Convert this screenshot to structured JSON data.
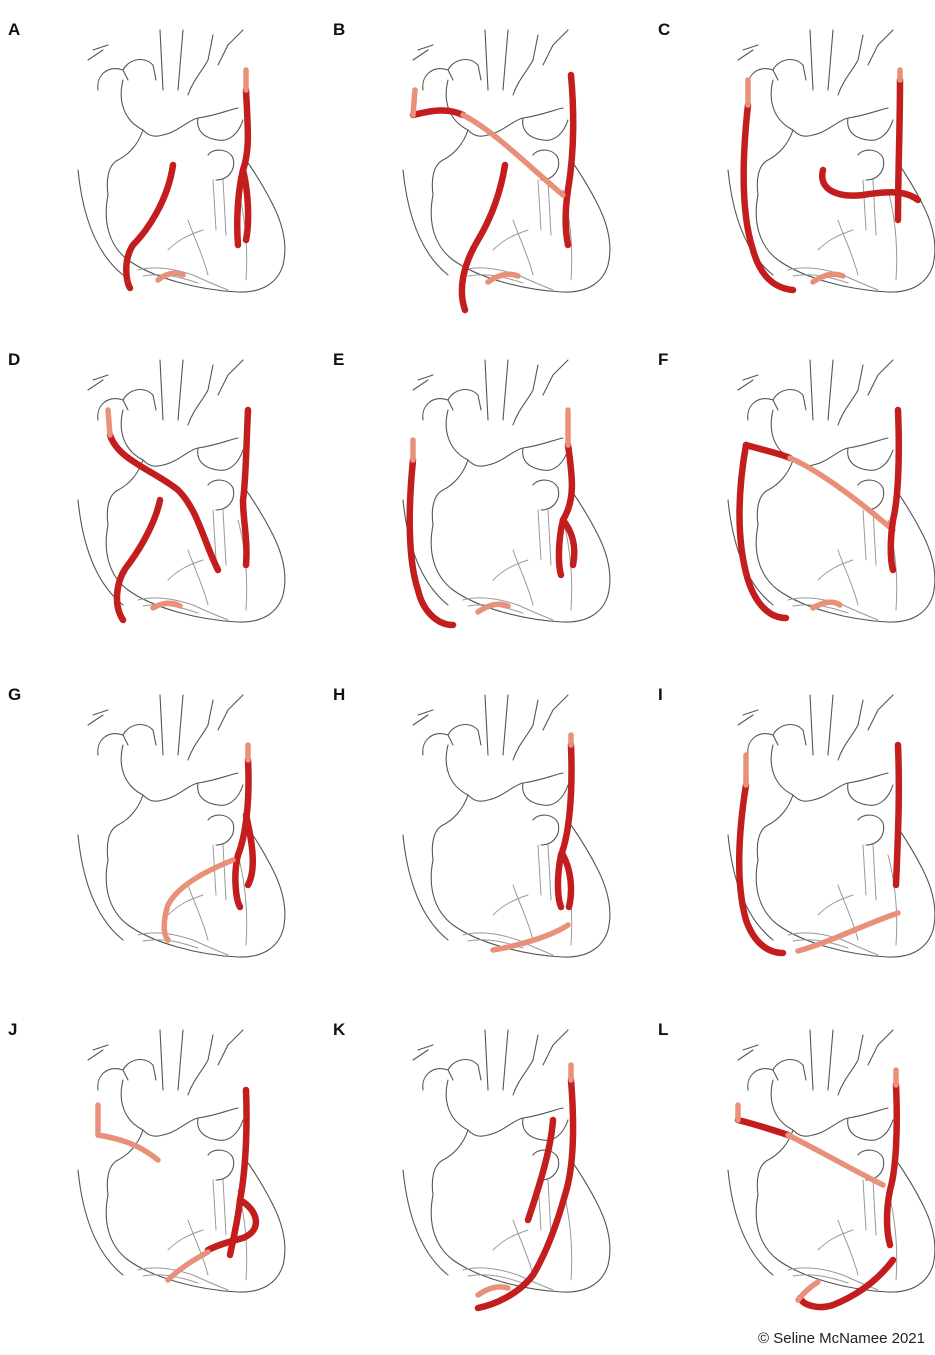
{
  "panels": [
    {
      "id": "A",
      "label": "A"
    },
    {
      "id": "B",
      "label": "B"
    },
    {
      "id": "C",
      "label": "C"
    },
    {
      "id": "D",
      "label": "D"
    },
    {
      "id": "E",
      "label": "E"
    },
    {
      "id": "F",
      "label": "F"
    },
    {
      "id": "G",
      "label": "G"
    },
    {
      "id": "H",
      "label": "H"
    },
    {
      "id": "I",
      "label": "I"
    },
    {
      "id": "J",
      "label": "J"
    },
    {
      "id": "K",
      "label": "K"
    },
    {
      "id": "L",
      "label": "L"
    }
  ],
  "copyright": "© Seline McNamee 2021",
  "colors": {
    "graft_dark": "#c31d1d",
    "graft_light": "#e8907a",
    "outline": "#555555"
  }
}
